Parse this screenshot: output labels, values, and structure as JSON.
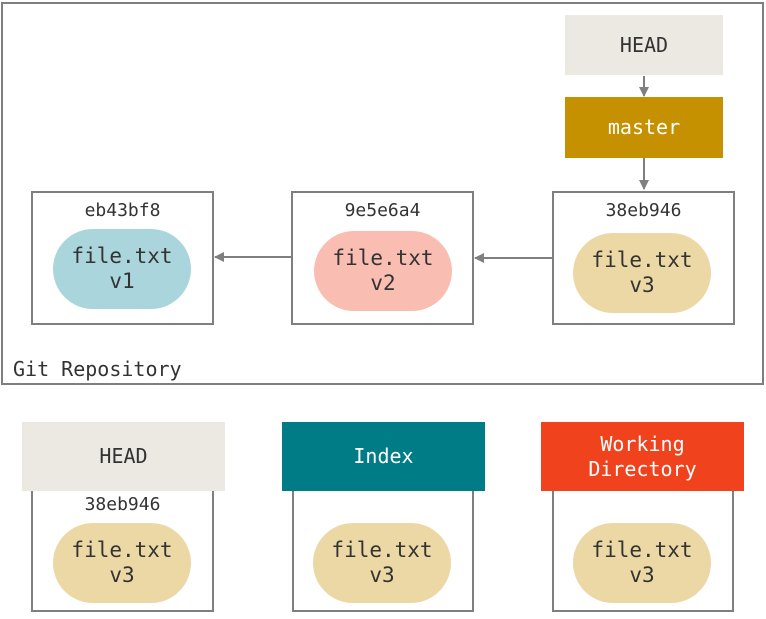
{
  "colors": {
    "frame": "#7f7f7f",
    "head_bg": "#ebe9e1",
    "master_bg": "#c69100",
    "index_bg": "#007c86",
    "workdir_bg": "#f1421e",
    "blob_v1": "#aad5dd",
    "blob_v2": "#f9bdb2",
    "blob_v3": "#ecd8a4"
  },
  "repository": {
    "label": "Git Repository",
    "head_label": "HEAD",
    "branch_label": "master",
    "commits": [
      {
        "hash": "eb43bf8",
        "file": "file.txt",
        "version": "v1"
      },
      {
        "hash": "9e5e6a4",
        "file": "file.txt",
        "version": "v2"
      },
      {
        "hash": "38eb946",
        "file": "file.txt",
        "version": "v3"
      }
    ]
  },
  "trees": {
    "head": {
      "label": "HEAD",
      "hash": "38eb946",
      "file": "file.txt",
      "version": "v3"
    },
    "index": {
      "label": "Index",
      "file": "file.txt",
      "version": "v3"
    },
    "working": {
      "label_line1": "Working",
      "label_line2": "Directory",
      "file": "file.txt",
      "version": "v3"
    }
  }
}
